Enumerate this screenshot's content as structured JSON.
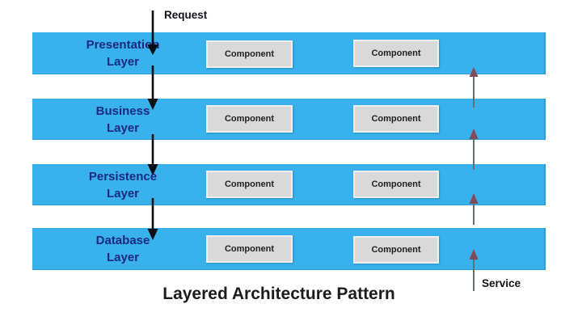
{
  "title": "Layered Architecture Pattern",
  "flow": {
    "request_label": "Request",
    "service_label": "Service"
  },
  "layers": [
    {
      "line1": "Presentation",
      "line2": "Layer",
      "components": [
        "Component",
        "Component"
      ]
    },
    {
      "line1": "Business",
      "line2": "Layer",
      "components": [
        "Component",
        "Component"
      ]
    },
    {
      "line1": "Persistence",
      "line2": "Layer",
      "components": [
        "Component",
        "Component"
      ]
    },
    {
      "line1": "Database",
      "line2": "Layer",
      "components": [
        "Component",
        "Component"
      ]
    }
  ],
  "colors": {
    "layer-fill": "#38b1ec",
    "layer-label": "#1b2a7e",
    "component-fill": "#d9d9d9",
    "component-border": "#efefef",
    "component-text": "#1f1f1f",
    "request-arrow": "#0a0e14",
    "service-arrow-stem": "#636e79",
    "service-arrow-head": "#7f4c5b",
    "title-color": "#1c1c1c",
    "flow-label": "#101418"
  }
}
